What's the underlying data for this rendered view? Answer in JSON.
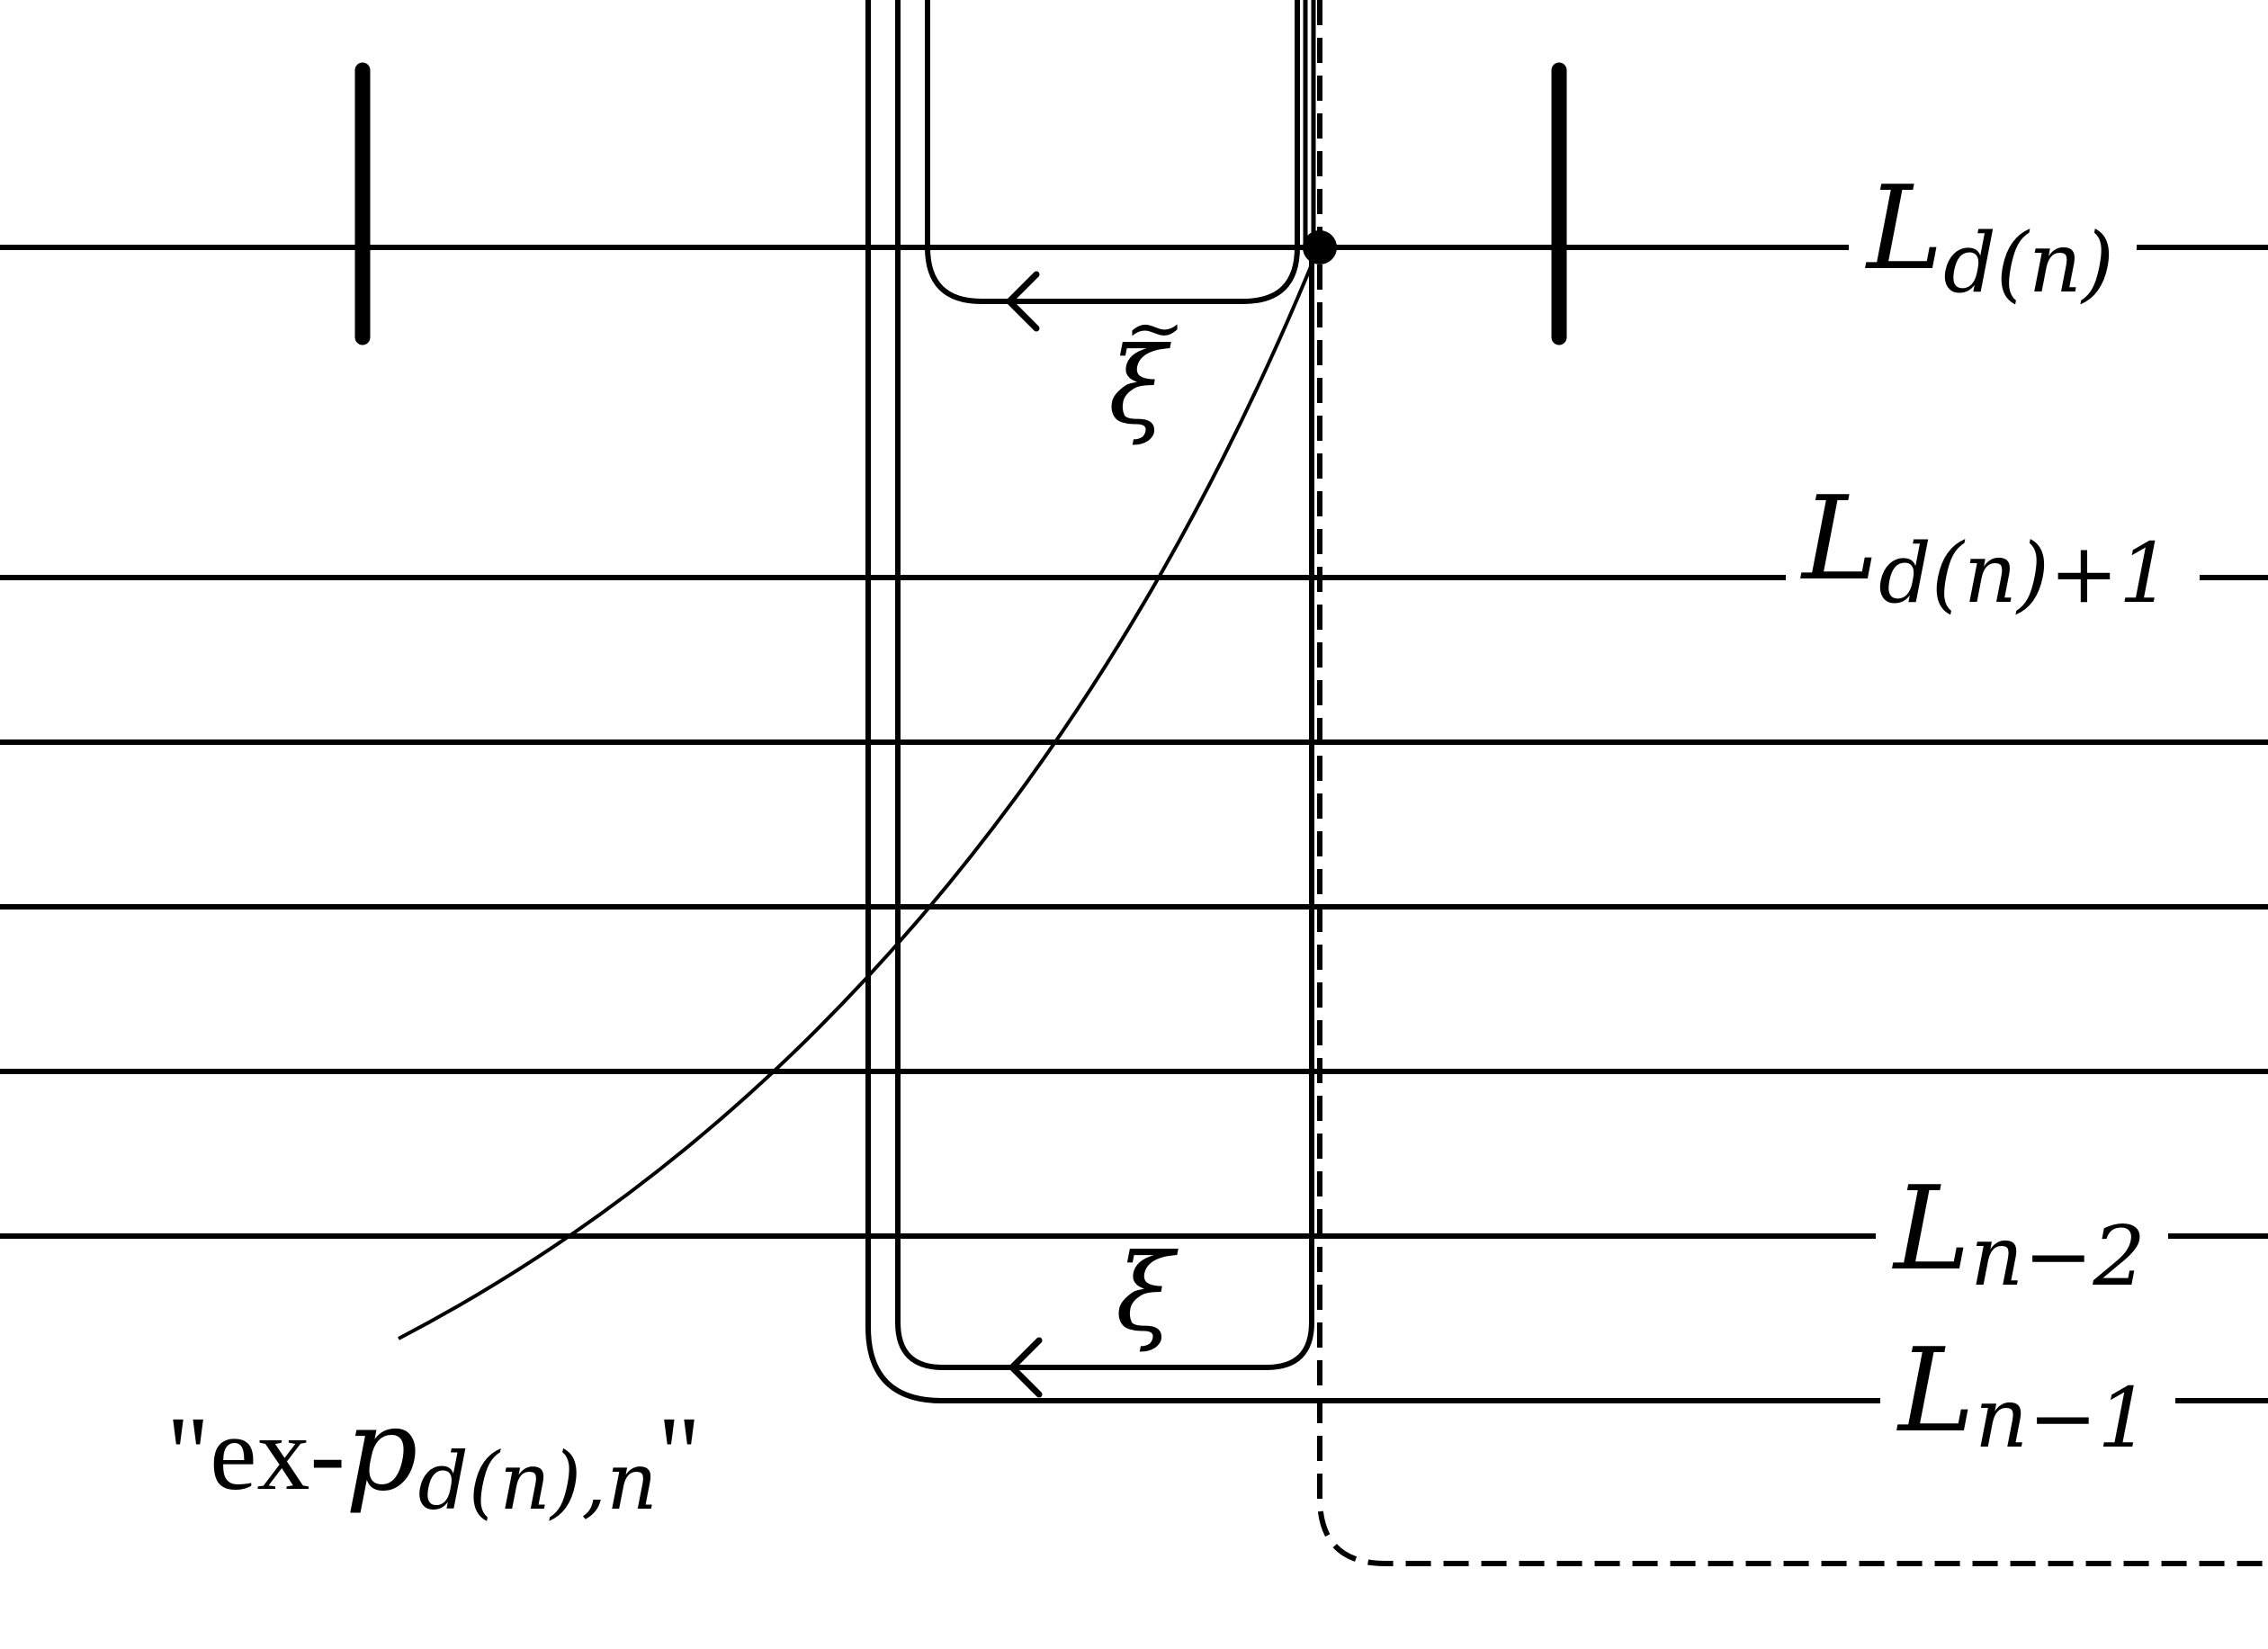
{
  "diagram": {
    "lines": {
      "l1": "L",
      "l1_sub": "d(n)",
      "l2": "L",
      "l2_sub": "d(n)+1",
      "l3": "L",
      "l3_sub": "n−2",
      "l4": "L",
      "l4_sub": "n−1"
    },
    "paths": {
      "xi_tilde": "ξ",
      "tilde_mark": "~",
      "xi": "ξ"
    },
    "curve": {
      "label_prefix": "\"ex-",
      "label_symbol": "p",
      "label_sub": "d(n),n",
      "label_suffix": "\""
    },
    "colors": {
      "ink": "#000000",
      "background": "#ffffff"
    }
  }
}
